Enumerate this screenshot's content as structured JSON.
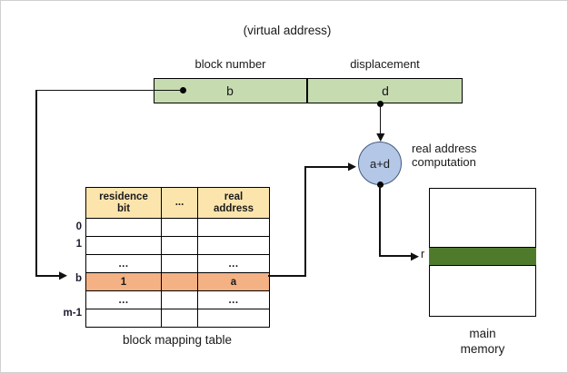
{
  "diagram": {
    "title": "(virtual address)",
    "virtual_address": {
      "block_number_label": "block number",
      "displacement_label": "displacement",
      "block_number_value": "b",
      "displacement_value": "d"
    },
    "block_mapping_table": {
      "caption": "block mapping table",
      "columns": [
        "residence bit",
        "...",
        "real address"
      ],
      "column_header_1_line1": "residence",
      "column_header_1_line2": "bit",
      "column_header_2": "...",
      "column_header_3_line1": "real",
      "column_header_3_line2": "address",
      "row_labels": [
        "0",
        "1",
        "",
        "b",
        "",
        "m-1"
      ],
      "rows": [
        {
          "label": "0",
          "residence_bit": "",
          "middle": "",
          "real_address": "",
          "highlighted": false
        },
        {
          "label": "1",
          "residence_bit": "",
          "middle": "",
          "real_address": "",
          "highlighted": false
        },
        {
          "label": "",
          "residence_bit": "...",
          "middle": "",
          "real_address": "...",
          "highlighted": false
        },
        {
          "label": "b",
          "residence_bit": "1",
          "middle": "",
          "real_address": "a",
          "highlighted": true
        },
        {
          "label": "",
          "residence_bit": "...",
          "middle": "",
          "real_address": "...",
          "highlighted": false
        },
        {
          "label": "m-1",
          "residence_bit": "",
          "middle": "",
          "real_address": "",
          "highlighted": false
        }
      ]
    },
    "adder_node": {
      "value": "a+d",
      "annotation_line1": "real address",
      "annotation_line2": "computation"
    },
    "main_memory": {
      "caption_line1": "main",
      "caption_line2": "memory",
      "pointer_label": "r"
    },
    "colors": {
      "virtual_address_fill": "#c6dcb0",
      "table_header_fill": "#fce5ad",
      "table_highlight_fill": "#f4b183",
      "node_fill": "#b4c7e7",
      "node_stroke": "#41597d",
      "memory_band_fill": "#4f7a2b",
      "line_stroke": "#111111"
    }
  }
}
